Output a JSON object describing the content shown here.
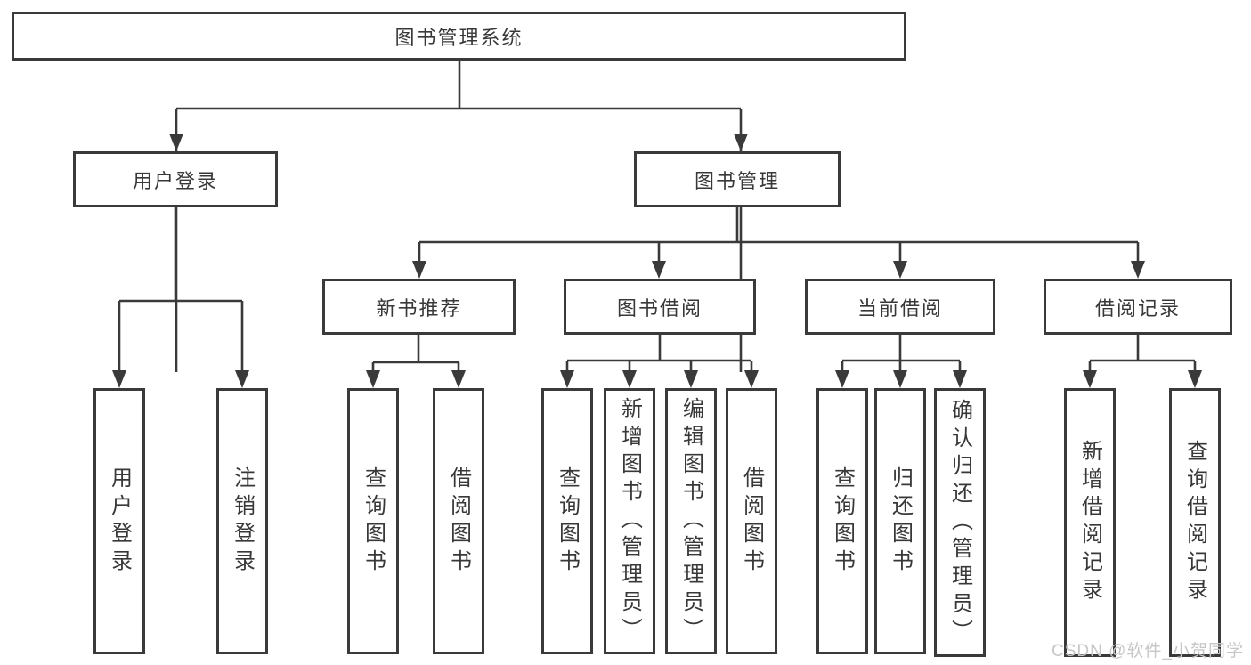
{
  "diagram_title": "图书管理系统",
  "tree": {
    "root": {
      "label": "图书管理系统",
      "children": [
        {
          "label": "用户登录",
          "children": [
            {
              "label": "用户登录"
            },
            {
              "label": "注销登录"
            }
          ]
        },
        {
          "label": "图书管理",
          "children": [
            {
              "label": "新书推荐",
              "children": [
                {
                  "label": "查询图书"
                },
                {
                  "label": "借阅图书"
                }
              ]
            },
            {
              "label": "图书借阅",
              "children": [
                {
                  "label": "查询图书"
                },
                {
                  "label": "新增图书（管理员）"
                },
                {
                  "label": "编辑图书（管理员）"
                },
                {
                  "label": "借阅图书"
                }
              ]
            },
            {
              "label": "当前借阅",
              "children": [
                {
                  "label": "查询图书"
                },
                {
                  "label": "归还图书"
                },
                {
                  "label": "确认归还（管理员）"
                }
              ]
            },
            {
              "label": "借阅记录",
              "children": [
                {
                  "label": "新增借阅记录"
                },
                {
                  "label": "查询借阅记录"
                }
              ]
            }
          ]
        }
      ]
    }
  },
  "watermark": {
    "text": "CSDN @软件_小贺同学"
  },
  "colors": {
    "line": "#3a3a3a",
    "text": "#383838",
    "watermark": "#c6c6c6",
    "background": "#ffffff"
  }
}
